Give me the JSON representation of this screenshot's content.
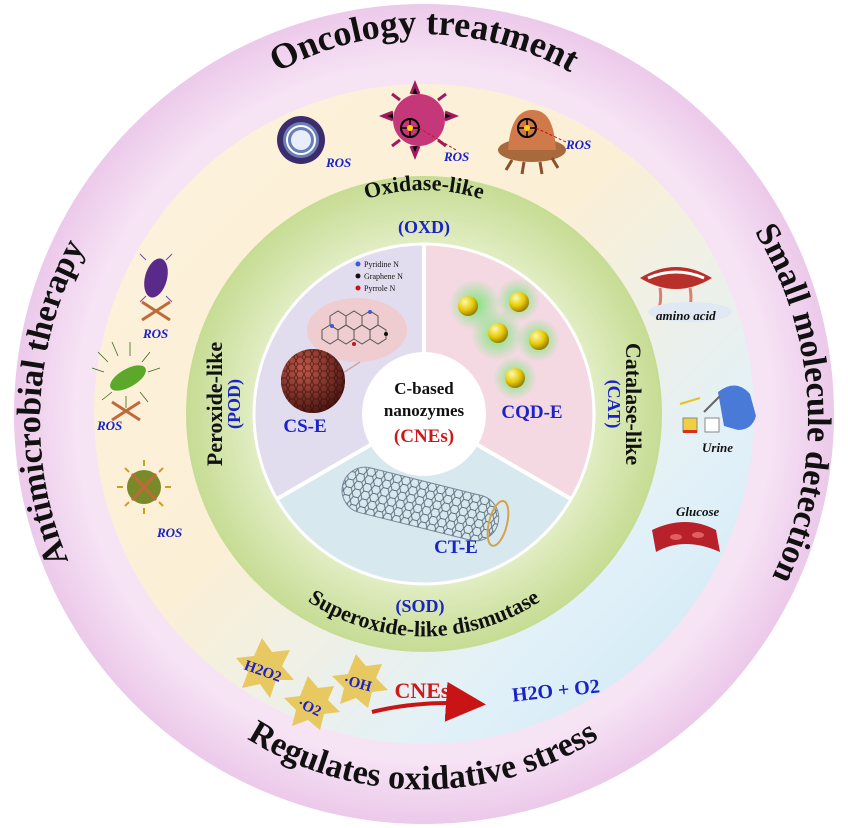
{
  "outer_ring": {
    "top": "Oncology treatment",
    "right": "Small molecule detection",
    "bottom": "Regulates oxidative stress",
    "left": "Antimicrobial therapy"
  },
  "middle_ring": {
    "oxd_name": "Oxidase-like",
    "oxd_abbr": "(OXD)",
    "pod_name": "Peroxide-like",
    "pod_abbr": "(POD)",
    "cat_name": "Catalase-like",
    "cat_abbr": "(CAT)",
    "sod_name": "Superoxide-like dismutase",
    "sod_abbr": "(SOD)"
  },
  "inner": {
    "cs_label": "CS-E",
    "cqd_label": "CQD-E",
    "ct_label": "CT-E",
    "center_line1": "C-based",
    "center_line2": "nanozymes",
    "center_abbr": "(CNEs)",
    "legend": [
      "Pyridine N",
      "Graphene N",
      "Pyrrole N"
    ]
  },
  "annotations": {
    "ros": "ROS",
    "amino_acid": "amino acid",
    "urine": "Urine",
    "glucose": "Glucose",
    "h2o2": "H2O2",
    "oh": "·OH",
    "o2": "·O2",
    "arrow_label": "CNEs",
    "product": "H2O + O2"
  },
  "colors": {
    "outer_ring": "#f1d3ee",
    "middle_ring_top": "#fbe8cf",
    "middle_ring_right": "#d8eef8",
    "green_ring": "#cfe3a6",
    "sector_cs": "#e0dbec",
    "sector_cqd": "#f6dce4",
    "sector_ct": "#d8eaf0",
    "accent_blue": "#1a22c8",
    "accent_red": "#d01818"
  }
}
